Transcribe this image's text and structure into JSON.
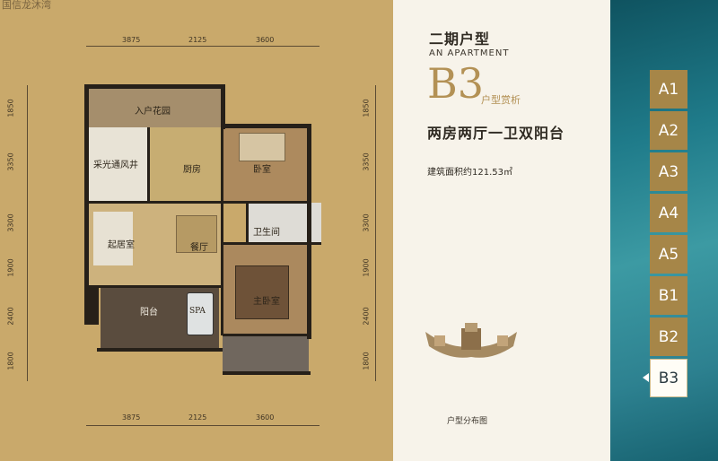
{
  "brand": "国信龙沐湾",
  "plan": {
    "dims_top": [
      "3875",
      "2125",
      "3600"
    ],
    "dims_bottom": [
      "3875",
      "2125",
      "3600"
    ],
    "dims_left": [
      "1850",
      "3350",
      "3300",
      "1900",
      "2400",
      "1800"
    ],
    "dims_right": [
      "1850",
      "3350",
      "3300",
      "1900",
      "2400",
      "1800"
    ],
    "rooms": {
      "entry_garden": "入户花园",
      "lightwell": "采光通风井",
      "kitchen": "厨房",
      "bedroom": "卧室",
      "bathroom": "卫生间",
      "living": "起居室",
      "dining": "餐厅",
      "master": "主卧室",
      "balcony": "阳台",
      "spa": "SPA"
    }
  },
  "info": {
    "phase": "二期户型",
    "subtitle_en": "AN APARTMENT",
    "code": "B3",
    "code_suffix": "户型赏析",
    "layout_desc": "两房两厅一卫双阳台",
    "area": "建筑面积约121.53㎡",
    "distribution_caption": "户型分布图"
  },
  "nav": {
    "items": [
      "A1",
      "A2",
      "A3",
      "A4",
      "A5",
      "B1",
      "B2",
      "B3"
    ],
    "active": "B3"
  },
  "colors": {
    "plan_bg": "#c9a96b",
    "accent_gold": "#b39155",
    "nav_button": "#a68648",
    "nav_bg": "#1f7b8a"
  }
}
